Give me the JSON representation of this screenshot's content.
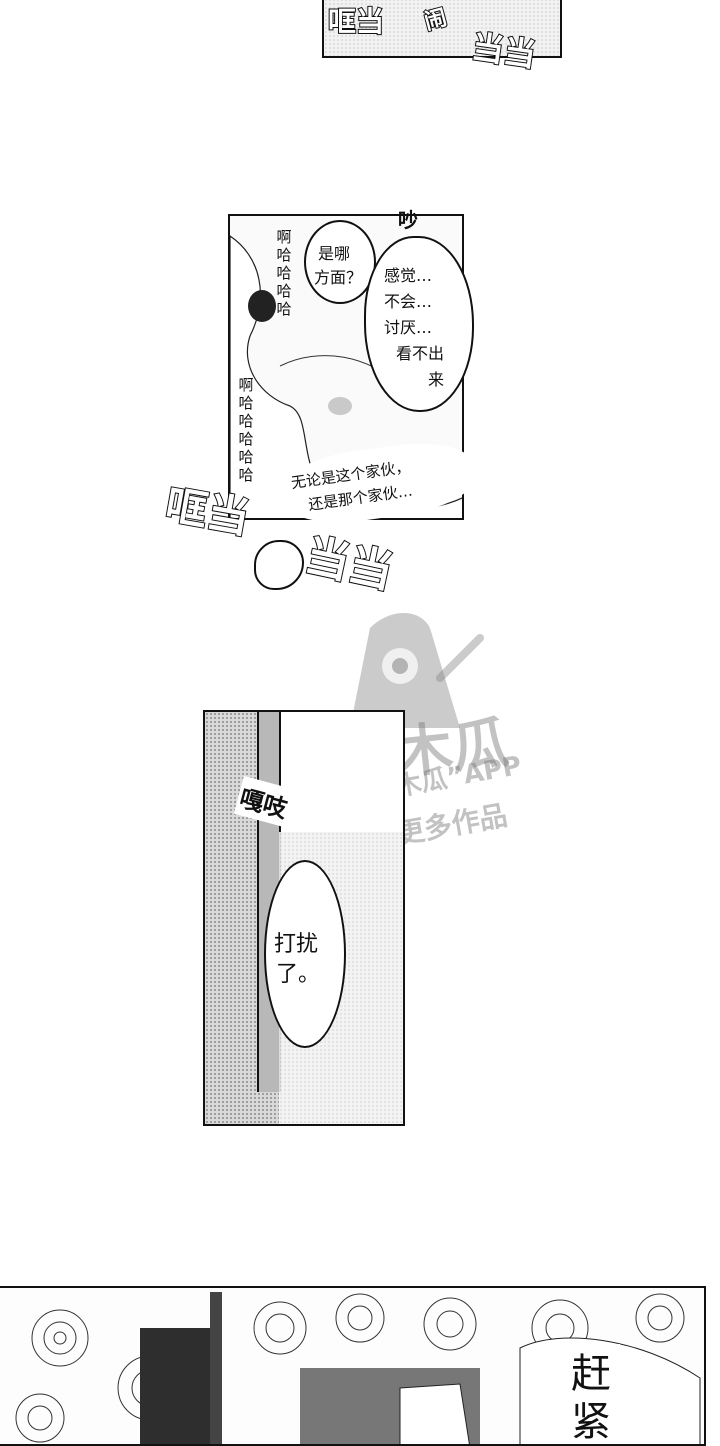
{
  "top_panel": {
    "sfx_a": "哐当",
    "sfx_b": "闹",
    "sfx_c": "当当"
  },
  "panel_two": {
    "laugh_1": "啊哈哈哈哈",
    "laugh_2": "啊哈哈哈哈哈",
    "sfx_noise": "吵",
    "bubble_question": [
      "是哪",
      "方面？"
    ],
    "bubble_feel": [
      "感觉…",
      "不会…",
      "讨厌…",
      "看不出",
      "来"
    ],
    "caption": [
      "无论是这个家伙，",
      "还是那个家伙…"
    ],
    "sfx_a": "哐当",
    "sfx_c": "当当"
  },
  "door_panel": {
    "sfx_creak": "嘎吱",
    "bubble": [
      "打扰",
      "了。"
    ]
  },
  "watermark": {
    "brand": "番木瓜",
    "line1": "下载“番木瓜”APP",
    "line2": "观看更多作品"
  },
  "bottom_panel": {
    "vertical_text": "赶紧"
  }
}
